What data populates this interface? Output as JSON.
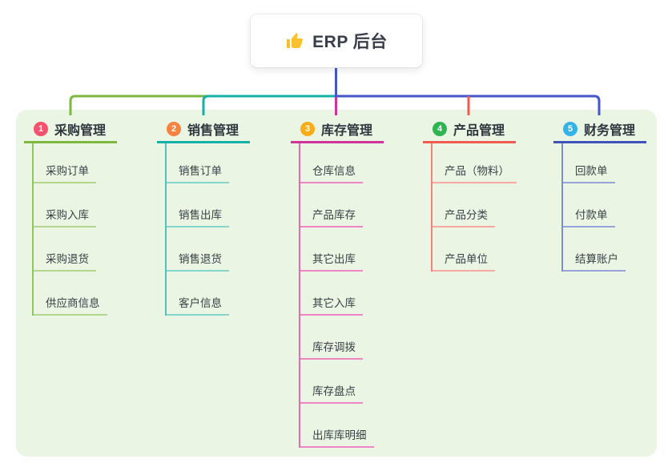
{
  "canvas": {
    "background": "#ffffff",
    "panel_background": "#eaf6e3"
  },
  "root": {
    "label": "ERP 后台",
    "icon": "thumbs-up-icon",
    "icon_color": "#fbc12d",
    "connector_color": "#4456c8"
  },
  "branches": [
    {
      "badge": "1",
      "title": "采购管理",
      "badge_color": "#f8516d",
      "line_color": "#7cb93f",
      "spine_color": "#90c45c",
      "child_line_color": "#b3d88c",
      "children": [
        "采购订单",
        "采购入库",
        "采购退货",
        "供应商信息"
      ]
    },
    {
      "badge": "2",
      "title": "销售管理",
      "badge_color": "#f8823f",
      "line_color": "#14b1a7",
      "spine_color": "#4fc4ba",
      "child_line_color": "#84d6cd",
      "children": [
        "销售订单",
        "销售出库",
        "销售退货",
        "客户信息"
      ]
    },
    {
      "badge": "3",
      "title": "库存管理",
      "badge_color": "#fbac19",
      "line_color": "#cf3598",
      "spine_color": "#e36cb2",
      "child_line_color": "#ee85c4",
      "children": [
        "仓库信息",
        "产品库存",
        "其它出库",
        "其它入库",
        "库存调拨",
        "库存盘点",
        "出库库明细"
      ]
    },
    {
      "badge": "4",
      "title": "产品管理",
      "badge_color": "#2eb551",
      "line_color": "#f25b51",
      "spine_color": "#f5837b",
      "child_line_color": "#f8a7a1",
      "children": [
        "产品（物料）",
        "产品分类",
        "产品单位"
      ]
    },
    {
      "badge": "5",
      "title": "财务管理",
      "badge_color": "#33b3e8",
      "line_color": "#3f53bd",
      "spine_color": "#7d8bd0",
      "child_line_color": "#97a3da",
      "children": [
        "回款单",
        "付款单",
        "结算账户"
      ]
    }
  ]
}
